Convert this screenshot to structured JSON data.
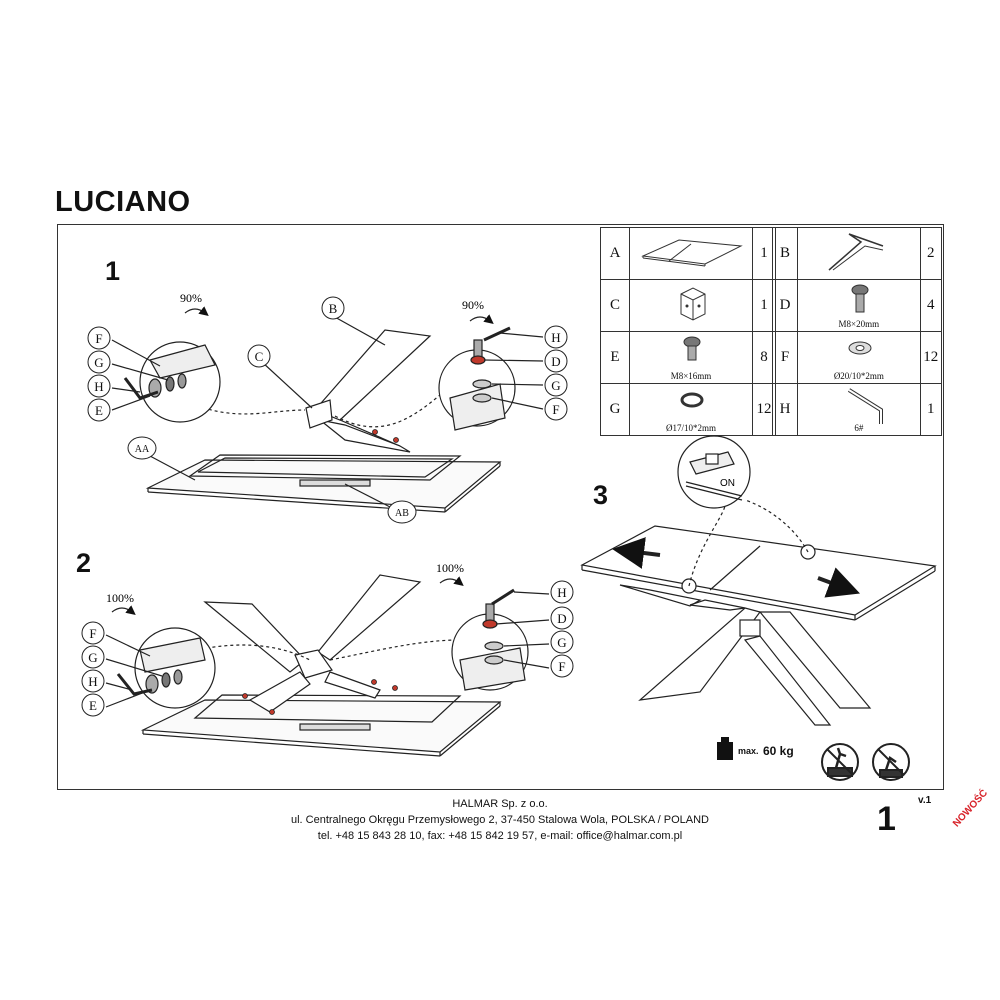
{
  "doc": {
    "title": "LUCIANO",
    "page_number": "1",
    "version": "v.1",
    "new_badge": "NOWOŚĆ"
  },
  "steps": [
    "1",
    "2",
    "3"
  ],
  "parts": [
    {
      "label": "A",
      "qty": "1",
      "dim": ""
    },
    {
      "label": "B",
      "qty": "2",
      "dim": ""
    },
    {
      "label": "C",
      "qty": "1",
      "dim": ""
    },
    {
      "label": "D",
      "qty": "4",
      "dim": "M8×20mm"
    },
    {
      "label": "E",
      "qty": "8",
      "dim": "M8×16mm"
    },
    {
      "label": "F",
      "qty": "12",
      "dim": "Ø20/10*2mm"
    },
    {
      "label": "G",
      "qty": "12",
      "dim": "Ø17/10*2mm"
    },
    {
      "label": "H",
      "qty": "1",
      "dim": "6#"
    }
  ],
  "callouts": {
    "s1_rot_left": "90%",
    "s1_rot_right": "90%",
    "s2_rot_left": "100%",
    "s2_rot_right": "100%",
    "aa": "AA",
    "ab": "AB",
    "b": "B",
    "c": "C",
    "d": "D",
    "e": "E",
    "f": "F",
    "g": "G",
    "h": "H",
    "on": "ON"
  },
  "weight": {
    "max_label": "max.",
    "max_value": "60 kg"
  },
  "footer": {
    "company": "HALMAR Sp. z o.o.",
    "address": "ul. Centralnego Okręgu Przemysłowego 2, 37-450 Stalowa Wola, POLSKA / POLAND",
    "contact": "tel. +48 15 843 28 10, fax: +48 15 842 19 57, e-mail: office@halmar.com.pl"
  }
}
